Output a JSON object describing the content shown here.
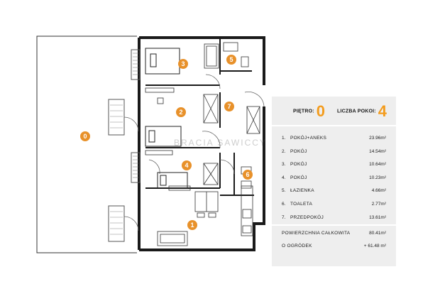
{
  "plan": {
    "rooms": [
      {
        "label": "0"
      },
      {
        "label": "1"
      },
      {
        "label": "2"
      },
      {
        "label": "3"
      },
      {
        "label": "4"
      },
      {
        "label": "5"
      },
      {
        "label": "6"
      },
      {
        "label": "7"
      }
    ],
    "accent_color": "#E8912A",
    "watermark": "BRACIA SAWICCY"
  },
  "info": {
    "floor_label": "PIĘTRO:",
    "floor_value": "0",
    "rooms_count_label": "LICZBA POKOI:",
    "rooms_count_value": "4",
    "rooms": [
      {
        "num": "1.",
        "name": "POKÓJ+ANEKS",
        "area": "23.96m²"
      },
      {
        "num": "2.",
        "name": "POKÓJ",
        "area": "14.54m²"
      },
      {
        "num": "3.",
        "name": "POKÓJ",
        "area": "10.64m²"
      },
      {
        "num": "4.",
        "name": "POKÓJ",
        "area": "10.23m²"
      },
      {
        "num": "5.",
        "name": "ŁAZIENKA",
        "area": "4.66m²"
      },
      {
        "num": "6.",
        "name": "TOALETA",
        "area": "2.77m²"
      },
      {
        "num": "7.",
        "name": "PRZEDPOKÓJ",
        "area": "13.61m²"
      }
    ],
    "total_label": "POWIERZCHNIA CAŁKOWITA",
    "total_value": "80.41m²",
    "garden_label": "O   OGRÓDEK",
    "garden_value": "+ 61.48 m²"
  }
}
